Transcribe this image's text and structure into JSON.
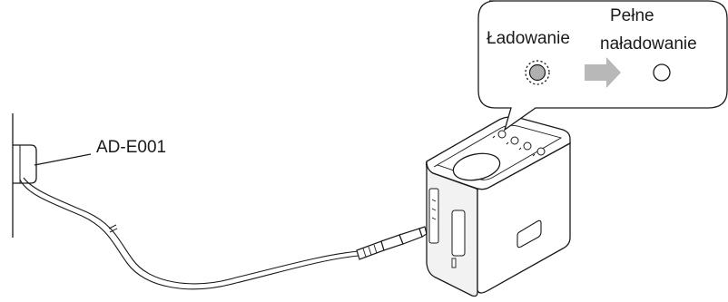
{
  "labels": {
    "adapter": "AD-E001",
    "charging": "Ładowanie",
    "full_line1": "Pełne",
    "full_line2": "naładowanie"
  },
  "colors": {
    "line": "#1a1a1a",
    "led_charging_fill": "#b0b0b0",
    "arrow": "#b8b8b8",
    "device_shade": "#f2f2f2"
  }
}
